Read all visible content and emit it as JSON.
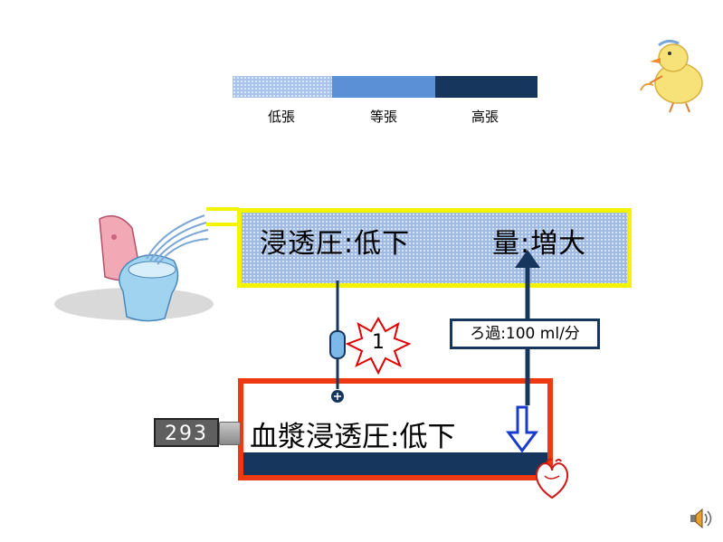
{
  "legend": {
    "items": [
      {
        "label": "低張",
        "color": "#a9c3ea"
      },
      {
        "label": "等張",
        "color": "#5b8fd6"
      },
      {
        "label": "高張",
        "color": "#17365d"
      }
    ]
  },
  "urine": {
    "osmotic_text": "浸透圧:低下",
    "volume_text": "量:増大",
    "fill_color": "#9fbbe3",
    "border_color": "#f4f400"
  },
  "filtration": {
    "label": "ろ過:100 ml/分"
  },
  "badge": {
    "number": "1"
  },
  "plasma": {
    "text": "血漿浸透圧:低下",
    "border_color": "#ee3a12",
    "bar_color": "#17365d"
  },
  "counter": {
    "value": "293"
  },
  "icons": {
    "toilet": "toilet-icon",
    "chick": "chick-icon",
    "heart": "heart-icon",
    "speaker": "speaker-icon",
    "pump": "pump-icon",
    "starburst": "starburst-icon"
  }
}
